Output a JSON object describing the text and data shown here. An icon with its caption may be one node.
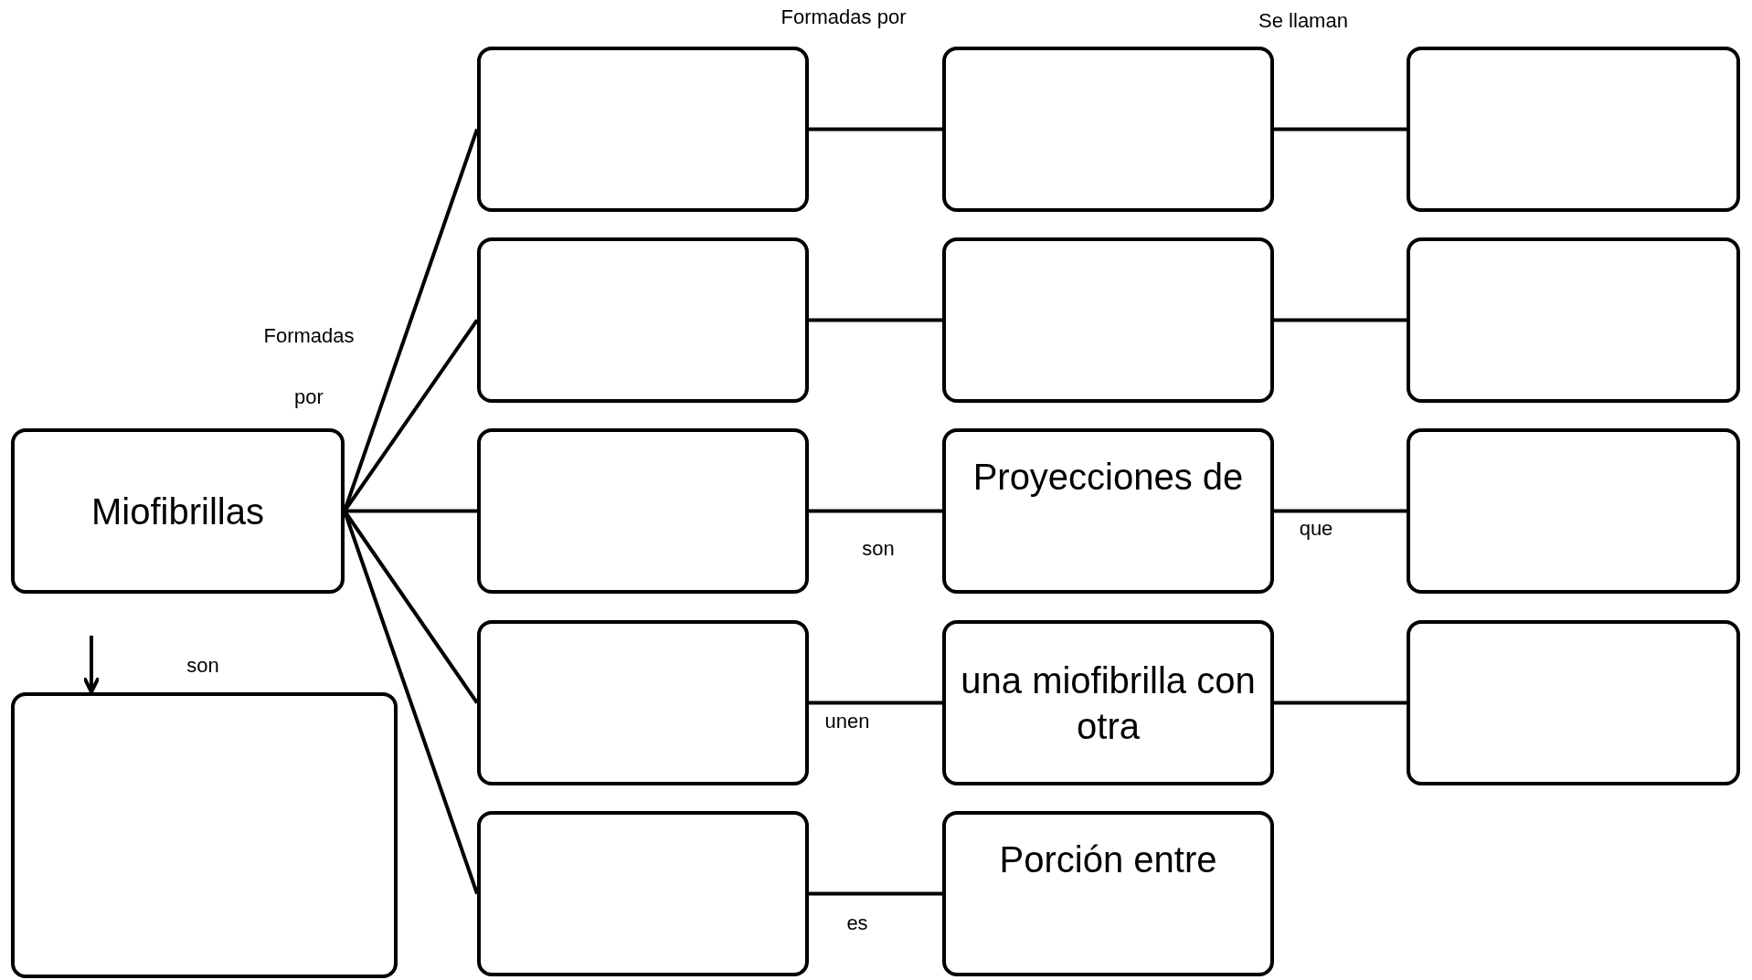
{
  "diagram": {
    "nodes": [
      {
        "text": [
          "Miofibrillas"
        ]
      },
      {
        "text": [],
        "shape": "box"
      },
      {
        "text": [],
        "shape": "box"
      },
      {
        "text": [],
        "shape": "box"
      },
      {
        "text": [],
        "shape": "box"
      },
      {
        "text": [],
        "shape": "box"
      },
      {
        "text": [],
        "shape": "box"
      },
      {
        "text": [],
        "shape": "box"
      },
      {
        "text": [],
        "shape": "box"
      },
      {
        "text": [
          "Proyecciones de"
        ]
      },
      {
        "text": [],
        "shape": "box"
      },
      {
        "text": [],
        "shape": "box"
      },
      {
        "text": [
          "una miofibrilla con otra"
        ]
      },
      {
        "text": [],
        "shape": "box"
      },
      {
        "text": [],
        "shape": "box"
      },
      {
        "text": [
          "Porción entre"
        ]
      }
    ],
    "edges": [
      {
        "from": 0,
        "to": 2,
        "arrow": "none"
      },
      {
        "from": 0,
        "to": 5,
        "arrow": "none"
      },
      {
        "from": 0,
        "to": 8,
        "arrow": "none"
      },
      {
        "from": 0,
        "to": 11,
        "arrow": "none"
      },
      {
        "from": 0,
        "to": 14,
        "arrow": "none"
      },
      {
        "from": 2,
        "to": 3,
        "arrow": "none"
      },
      {
        "from": 3,
        "to": 4,
        "arrow": "none"
      },
      {
        "from": 5,
        "to": 6,
        "arrow": "none"
      },
      {
        "from": 6,
        "to": 7,
        "arrow": "none"
      },
      {
        "from": 8,
        "to": 9,
        "arrow": "none"
      },
      {
        "from": 9,
        "to": 10,
        "arrow": "none"
      },
      {
        "from": 11,
        "to": 12,
        "arrow": "none"
      },
      {
        "from": 12,
        "to": 13,
        "arrow": "none"
      },
      {
        "from": 14,
        "to": 15,
        "arrow": "none"
      },
      {
        "from": null,
        "to": 1,
        "arrow": "to"
      }
    ],
    "labels": [
      "Formadas por",
      "Se llaman",
      "Formadas",
      "por",
      "son",
      "que",
      "son",
      "unen",
      "es"
    ]
  }
}
